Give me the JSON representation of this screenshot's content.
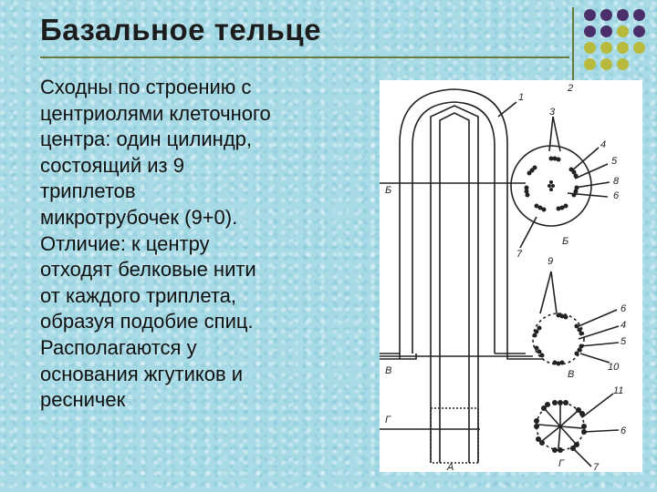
{
  "slide": {
    "title": "Базальное тельце",
    "paragraph_lines": [
      "Сходны  по строению с",
      "центриолями клеточного",
      "центра: один цилиндр,",
      "состоящий из 9",
      "триплетов",
      "микротрубочек (9+0).",
      "Отличие: к центру",
      "отходят белковые нити",
      "от каждого триплета,",
      "образуя подобие спиц.",
      "Располагаются у",
      "основания жгутиков и",
      "ресничек"
    ]
  },
  "decor": {
    "dot_colors": [
      "#4a2f6a",
      "#b7ba3c"
    ],
    "rule_color": "#6a7a3a"
  },
  "figure": {
    "section_labels": {
      "b_left": "Б",
      "v_left": "В",
      "g_left": "Г",
      "a_bottom": "А"
    },
    "cross_section_labels": {
      "b": "Б",
      "v": "В",
      "g": "Г"
    },
    "number_labels": {
      "n1": "1",
      "n2": "2",
      "n3": "3",
      "n4a": "4",
      "n5a": "5",
      "n6a": "6",
      "n7a": "7",
      "n8": "8",
      "n9": "9",
      "n6b": "6",
      "n4b": "4",
      "n5b": "5",
      "n10": "10",
      "n11": "11",
      "n6c": "6",
      "n7b": "7"
    }
  }
}
